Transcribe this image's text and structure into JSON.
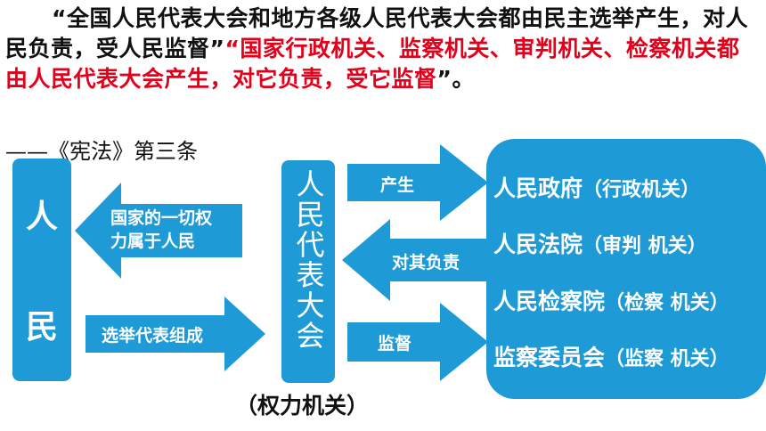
{
  "quote": {
    "open_mark": "“",
    "black_text": "全国人民代表大会和地方各级人民代表大会都由民主选举产生，对人民负责，受人民监督”",
    "red_open_mark": "“",
    "red_text": "国家行政机关、监察机关、审判机关、检察机关都由人民代表大会产生，对它负责，受它监督",
    "close_mark": "”。"
  },
  "source": "——《宪法》第三条",
  "people_box": {
    "char1": "人",
    "char2": "民"
  },
  "congress_box": {
    "text": "人民代表大会"
  },
  "caption": "（权力机关）",
  "arrows": {
    "people_power": [
      "国家的一切权",
      "力属于人民"
    ],
    "elect": "选举代表组成",
    "produce": "产生",
    "responsible": "对其负责",
    "supervise": "监督"
  },
  "organs": [
    {
      "name": "人民政府",
      "paren": "（行政机关）"
    },
    {
      "name": "人民法院",
      "paren": "（审判 机关）"
    },
    {
      "name": "人民检察院",
      "paren": "（检察 机关）"
    },
    {
      "name": "监察委员会",
      "paren": "（监察 机关）"
    }
  ],
  "colors": {
    "box_blue": "#1e9ad6",
    "highlight_red": "#e3001b"
  }
}
